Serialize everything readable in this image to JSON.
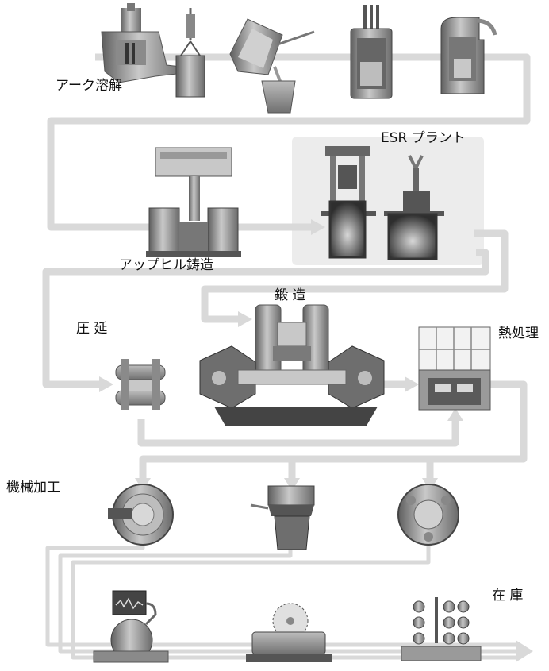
{
  "labels": {
    "arc_melting": "アーク溶解",
    "esr_plant": "ESR プラント",
    "uphill_casting": "アップヒル鋳造",
    "forging": "鍛 造",
    "rolling": "圧 延",
    "heat_treatment": "熱処理",
    "machining": "機械加工",
    "warehouse": "在 庫"
  },
  "colors": {
    "flow": "#d9d9d9",
    "panel": "#ececec",
    "machine_dark": "#6e6e6e",
    "machine_mid": "#9a9a9a",
    "machine_light": "#c8c8c8",
    "molten": "#3a3a3a"
  }
}
